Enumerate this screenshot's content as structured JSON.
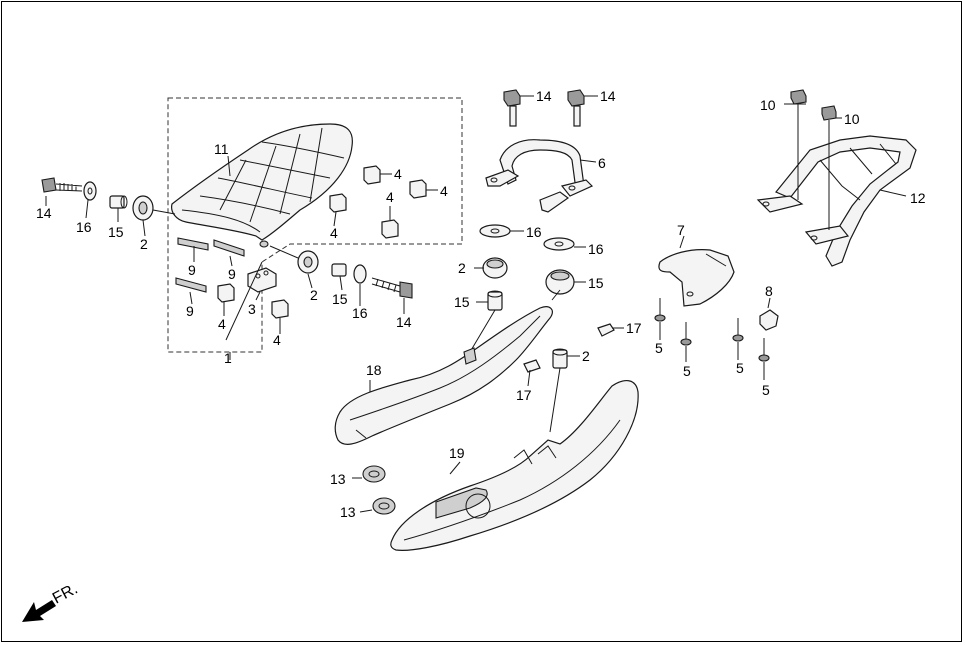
{
  "labels": {
    "p1": "1",
    "p2": "2",
    "p3": "3",
    "p4": "4",
    "p5": "5",
    "p6": "6",
    "p7": "7",
    "p8": "8",
    "p9": "9",
    "p10": "10",
    "p11": "11",
    "p12": "12",
    "p13": "13",
    "p14": "14",
    "p15": "15",
    "p16": "16",
    "p17": "17",
    "p18": "18",
    "p19": "19"
  },
  "direction_label": "FR."
}
